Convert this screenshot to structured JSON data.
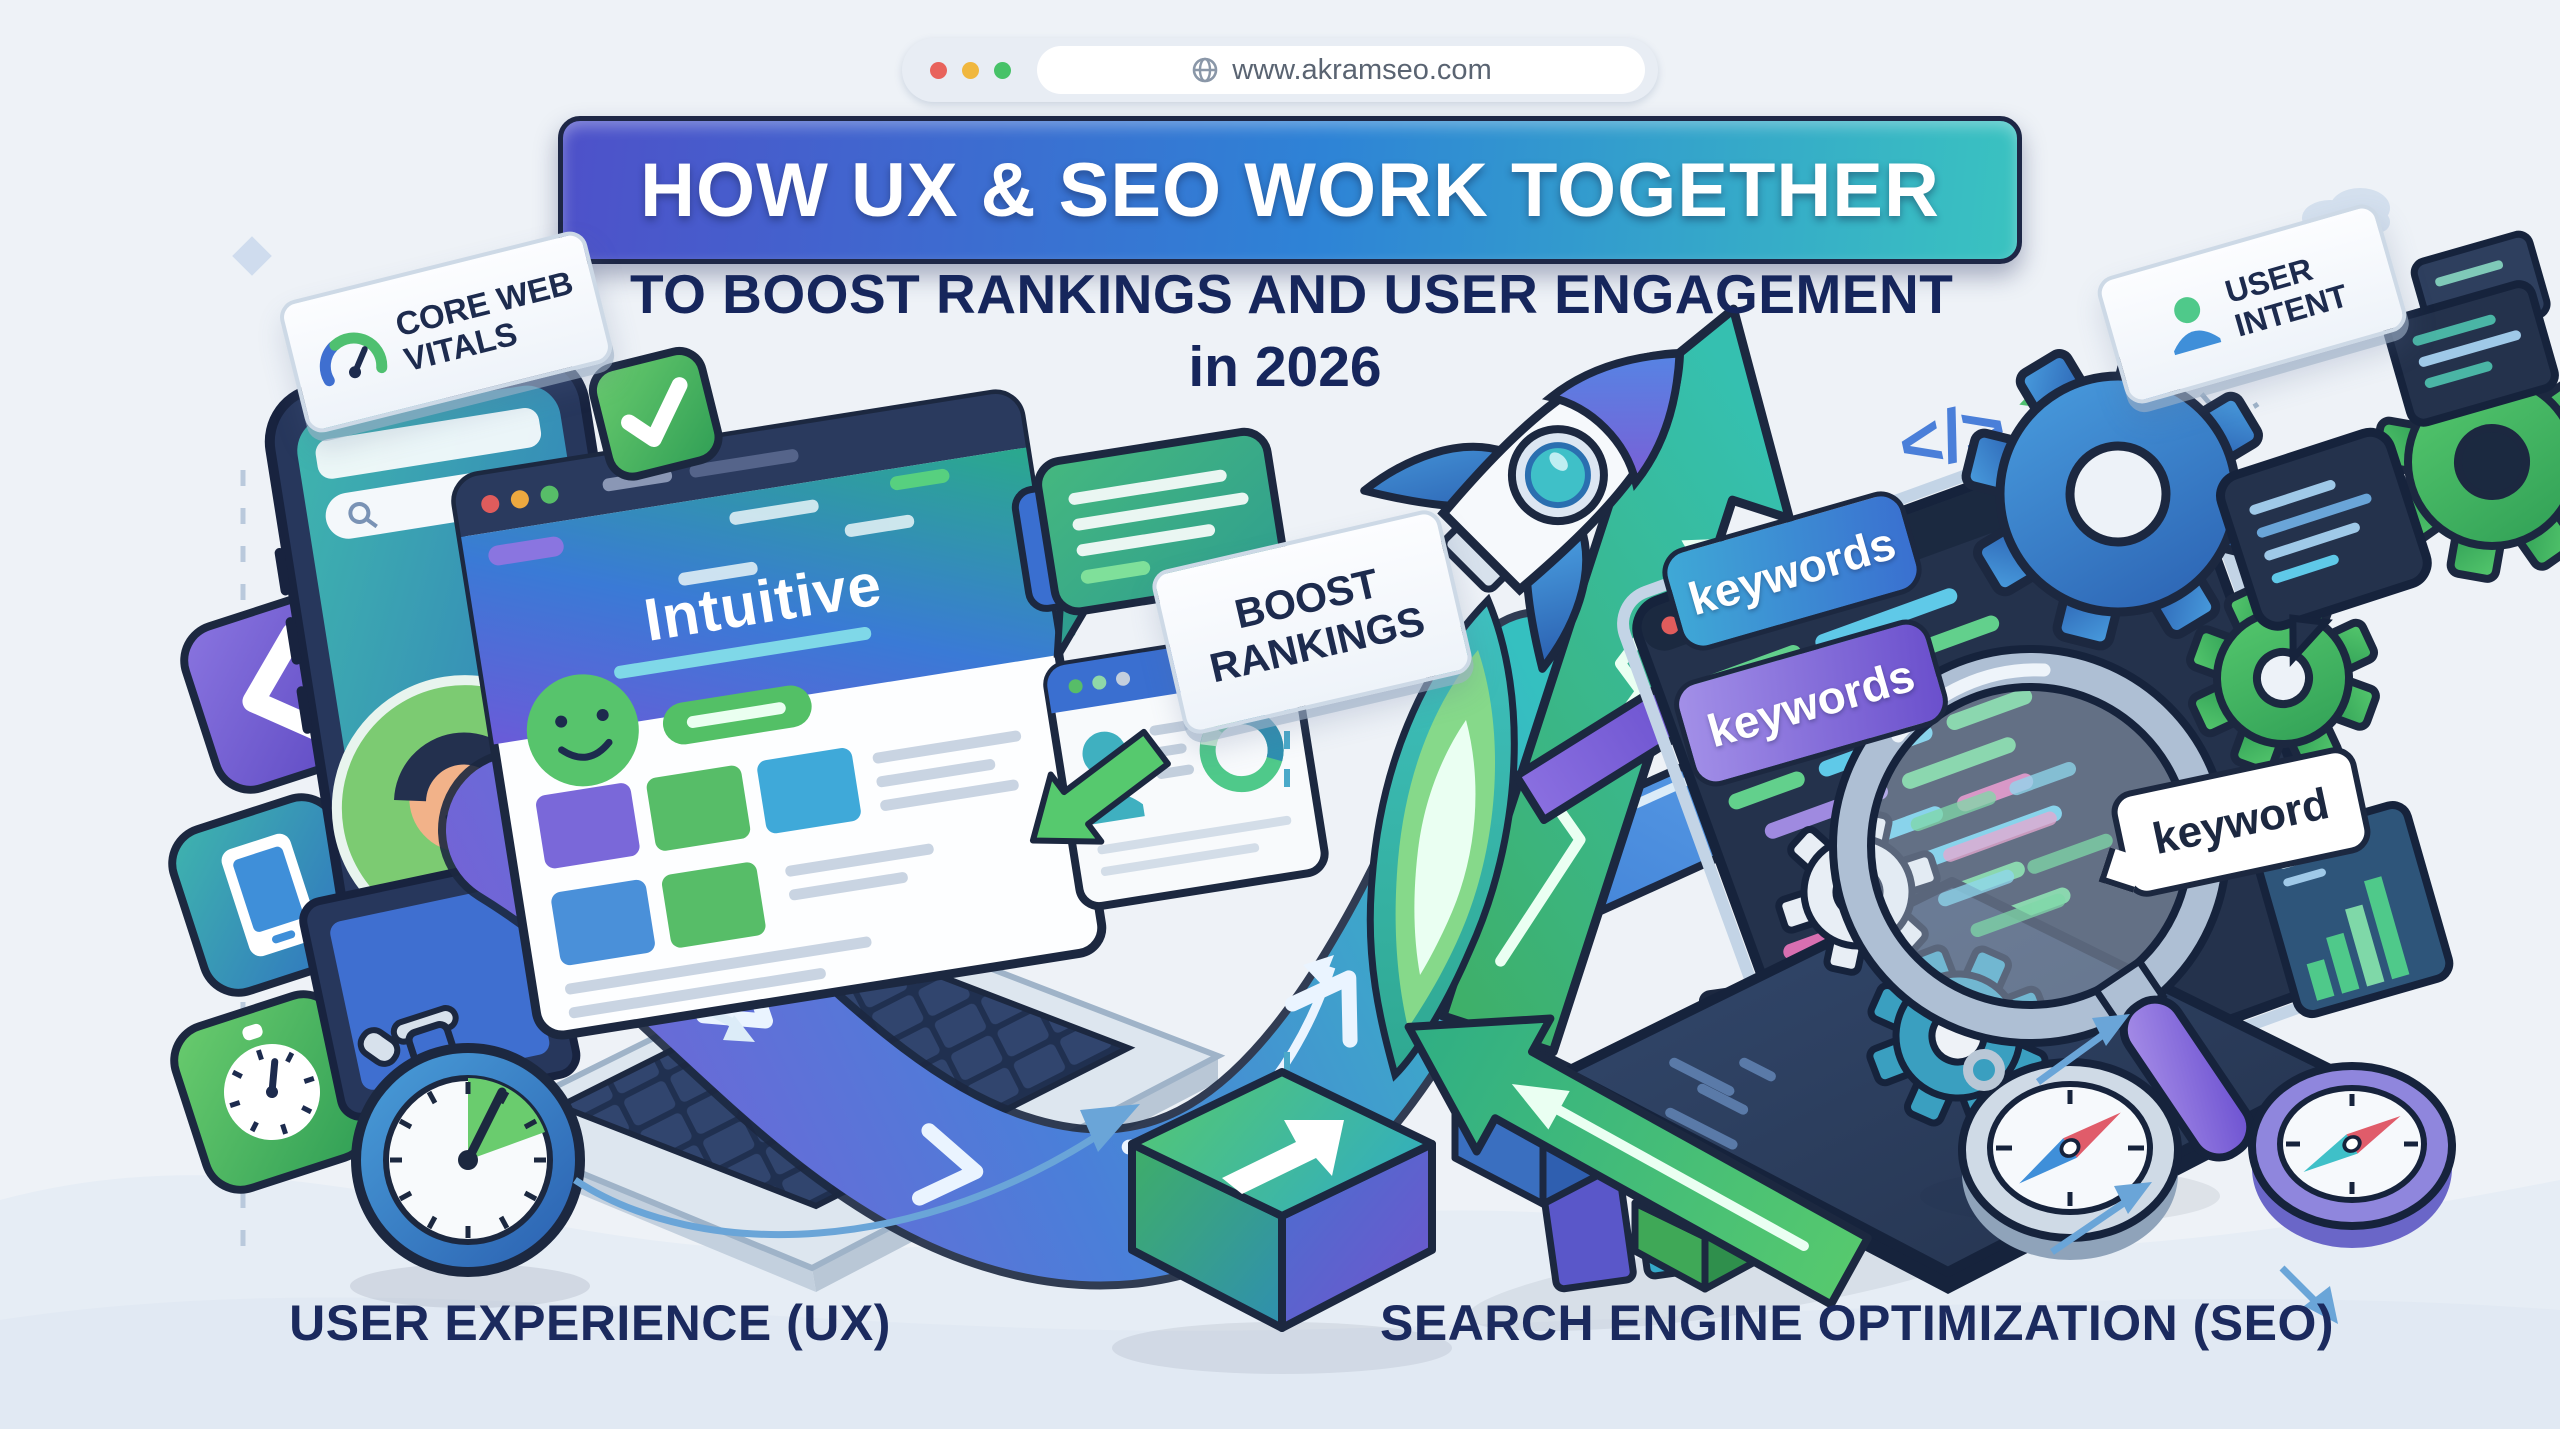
{
  "browser_bar": {
    "url": "www.akramseo.com"
  },
  "header": {
    "title": "HOW UX & SEO WORK TOGETHER",
    "subtitle": "TO BOOST RANKINGS AND USER ENGAGEMENT",
    "subtitle_year": "in 2026"
  },
  "badges": {
    "core_web_vitals": {
      "line1": "CORE WEB",
      "line2": "VITALS"
    },
    "user_intent": {
      "line1": "USER",
      "line2": "INTENT"
    },
    "boost_rankings": {
      "line1": "BOOST",
      "line2": "RANKINGS"
    }
  },
  "labels": {
    "keywords_pill_blue": "keywords",
    "keywords_pill_purple": "keywords",
    "keyword_bubble": "keyword",
    "ux_window_hero": "Intuitive",
    "code_symbol": "</>"
  },
  "footer": {
    "ux_label": "USER EXPERIENCE (UX)",
    "seo_label": "SEARCH ENGINE OPTIMIZATION (SEO)"
  },
  "colors": {
    "background": "#eef2f7",
    "navy": "#1d2b4e",
    "accent_blue": "#3f7fd6",
    "accent_teal": "#35b8c8",
    "accent_green": "#4fc070",
    "accent_purple": "#7a5fd6",
    "banner_gradient_start": "#4e51c9",
    "banner_gradient_end": "#3ac3c0"
  }
}
